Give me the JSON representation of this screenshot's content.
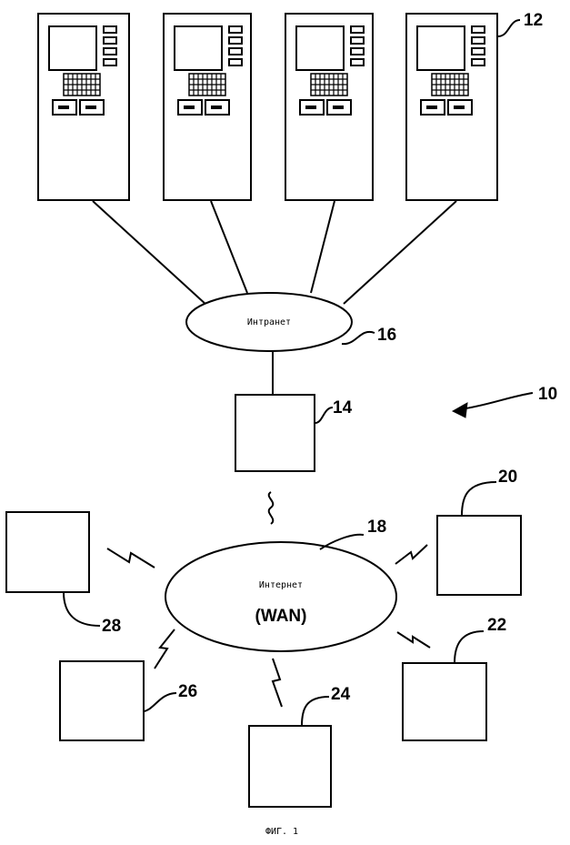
{
  "labels": {
    "system": "10",
    "atm": "12",
    "server": "14",
    "intranet_ref": "16",
    "internet_ref": "18",
    "node_20": "20",
    "node_22": "22",
    "node_24": "24",
    "node_26": "26",
    "node_28": "28"
  },
  "intranet_text": "Интранет",
  "internet_text": "Интернет",
  "wan_text": "(WAN)",
  "caption": "ФИГ. 1"
}
